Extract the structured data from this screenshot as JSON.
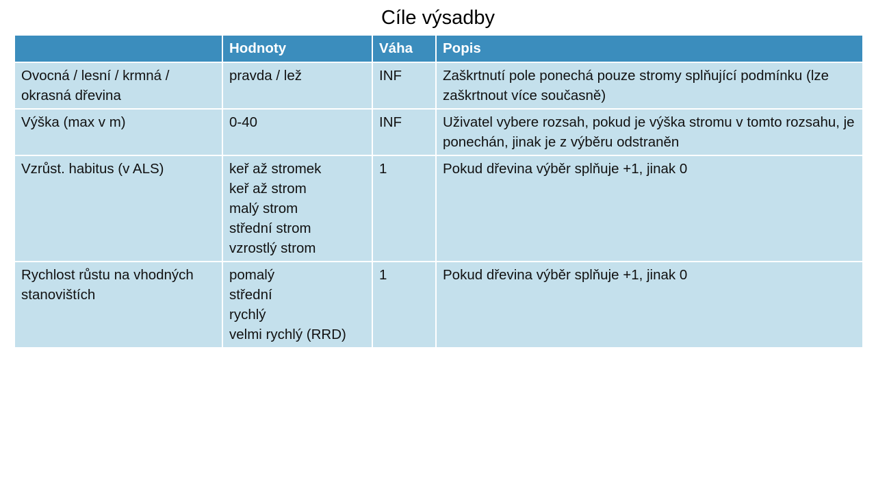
{
  "slide": {
    "title": "Cíle výsadby"
  },
  "table": {
    "headers": [
      "",
      "Hodnoty",
      "Váha",
      "Popis"
    ],
    "rows": [
      {
        "criterion": "Ovocná / lesní / krmná / okrasná dřevina",
        "values": [
          "pravda / lež"
        ],
        "weight": "INF",
        "description": "Zaškrtnutí pole ponechá pouze stromy splňující podmínku (lze zaškrtnout více současně)"
      },
      {
        "criterion": "Výška (max v m)",
        "values": [
          "0-40"
        ],
        "weight": "INF",
        "description": "Uživatel vybere rozsah, pokud je výška stromu v tomto rozsahu, je ponechán, jinak je z výběru odstraněn"
      },
      {
        "criterion": "Vzrůst. habitus (v ALS)",
        "values": [
          "keř až stromek",
          "keř až strom",
          "malý strom",
          "střední strom",
          "vzrostlý strom"
        ],
        "weight": "1",
        "description": "Pokud dřevina výběr splňuje +1, jinak 0"
      },
      {
        "criterion": "Rychlost růstu na vhodných stanovištích",
        "values": [
          "pomalý",
          "střední",
          "rychlý",
          "velmi rychlý (RRD)"
        ],
        "weight": "1",
        "description": "Pokud dřevina výběr splňuje +1, jinak 0"
      }
    ]
  },
  "colors": {
    "header_bg": "#3b8dbd",
    "row_bg": "#c4e0ec",
    "border": "#ffffff"
  }
}
